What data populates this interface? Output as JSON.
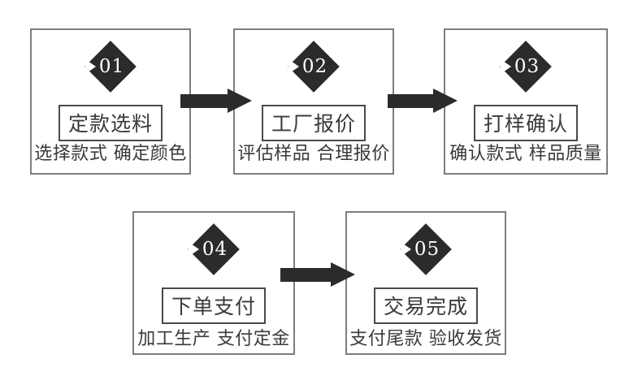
{
  "diagram": {
    "description": "5-step order process flowchart",
    "colors": {
      "badge": "#2b2b2b",
      "arrow": "#2b2b2b",
      "box_border": "#7d7d7d",
      "title_border": "#4a4a4a",
      "text": "#3a3a3a",
      "background": "#ffffff"
    },
    "steps": [
      {
        "number": "01",
        "title": "定款选料",
        "subtitle": "选择款式 确定颜色"
      },
      {
        "number": "02",
        "title": "工厂报价",
        "subtitle": "评估样品 合理报价"
      },
      {
        "number": "03",
        "title": "打样确认",
        "subtitle": "确认款式 样品质量"
      },
      {
        "number": "04",
        "title": "下单支付",
        "subtitle": "加工生产 支付定金"
      },
      {
        "number": "05",
        "title": "交易完成",
        "subtitle": "支付尾款 验收发货"
      }
    ],
    "arrows": [
      {
        "from": "01",
        "to": "02",
        "icon": "right-arrow-icon"
      },
      {
        "from": "02",
        "to": "03",
        "icon": "right-arrow-icon"
      },
      {
        "from": "04",
        "to": "05",
        "icon": "right-arrow-icon"
      }
    ]
  }
}
